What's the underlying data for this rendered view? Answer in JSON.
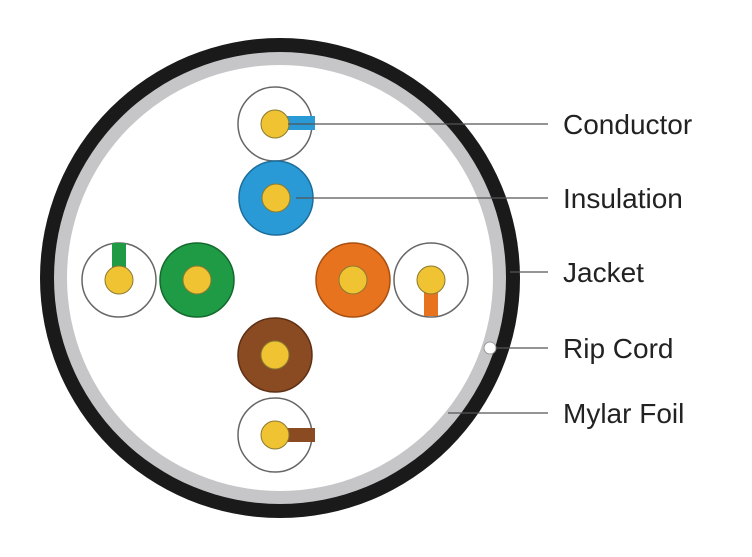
{
  "labels": {
    "conductor": "Conductor",
    "insulation": "Insulation",
    "jacket": "Jacket",
    "rip_cord": "Rip Cord",
    "mylar_foil": "Mylar Foil"
  },
  "colors": {
    "jacket": "#1a1a1a",
    "mylar_foil": "#c6c6c8",
    "cable_interior": "#ffffff",
    "conductor": "#f0c332",
    "blue_pair": "#2a9ad6",
    "green_pair": "#1f9a45",
    "orange_pair": "#e8731e",
    "brown_pair": "#8a4a22",
    "white_insulation": "#ffffff",
    "leader_line": "#555555"
  },
  "wire_pairs": [
    {
      "name": "blue",
      "solid": "blue-solid-wire",
      "stripe": "blue-white-wire"
    },
    {
      "name": "green",
      "solid": "green-solid-wire",
      "stripe": "green-white-wire"
    },
    {
      "name": "orange",
      "solid": "orange-solid-wire",
      "stripe": "orange-white-wire"
    },
    {
      "name": "brown",
      "solid": "brown-solid-wire",
      "stripe": "brown-white-wire"
    }
  ]
}
